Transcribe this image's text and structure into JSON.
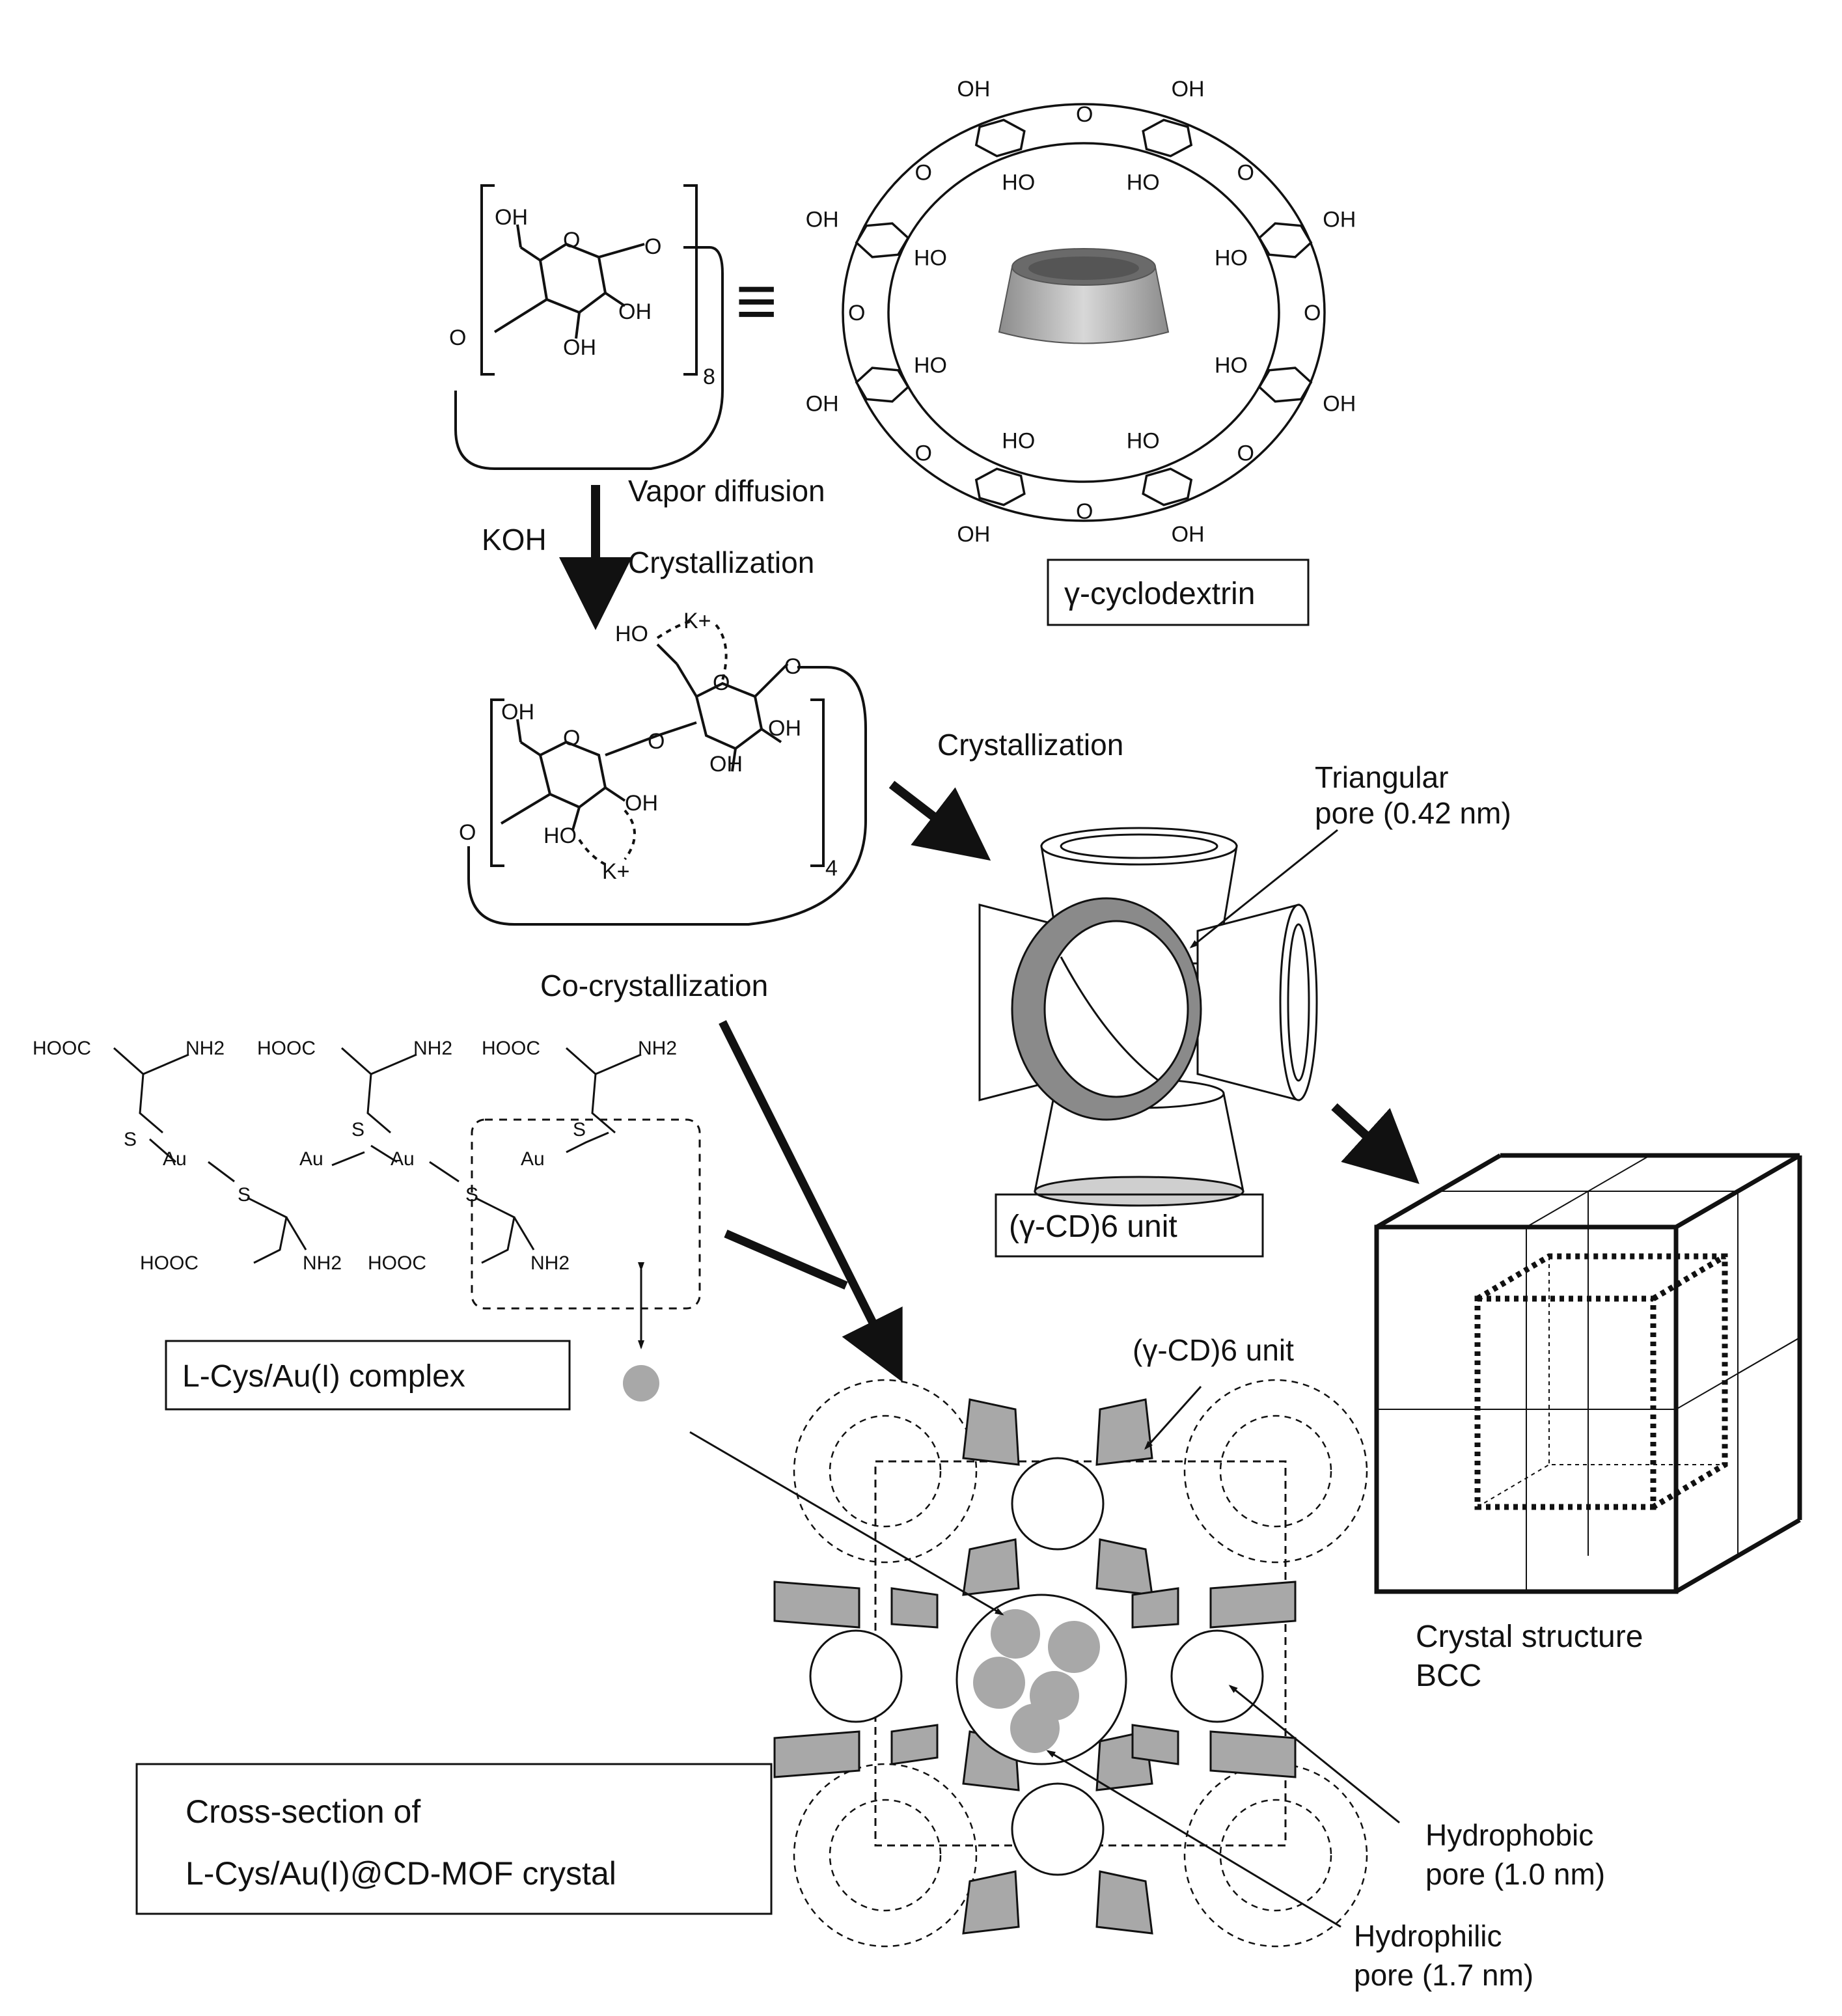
{
  "labels": {
    "vapor_diffusion": "Vapor diffusion",
    "koh": "KOH",
    "crystallization_1": "Crystallization",
    "crystallization_2": "Crystallization",
    "co_crystallization": "Co-crystallization",
    "triangular_pore_1": "Triangular",
    "triangular_pore_2": "pore (0.42 nm)",
    "gamma_cd_unit_box": "(γ-CD)6 unit",
    "gamma_cd_unit_arrow": "(γ-CD)6 unit",
    "gamma_cyclodextrin": "γ-cyclodextrin",
    "cys_au_complex": "L-Cys/Au(I) complex",
    "crystal_structure_1": "Crystal structure",
    "crystal_structure_2": "BCC",
    "cross_section_1": "Cross-section of",
    "cross_section_2": "L-Cys/Au(I)@CD-MOF crystal",
    "hydrophobic_1": "Hydrophobic",
    "hydrophobic_2": "pore (1.0 nm)",
    "hydrophilic_1": "Hydrophilic",
    "hydrophilic_2": "pore (1.7 nm)",
    "equiv": "≡",
    "sub_8": "8",
    "sub_4": "4"
  },
  "chem": {
    "oh": "OH",
    "ho": "HO",
    "o": "O",
    "k_plus": "K+",
    "hooc": "HOOC",
    "nh2": "NH2",
    "s": "S",
    "au": "Au"
  },
  "colors": {
    "ink": "#111111",
    "gray_fill": "#a8a8a8",
    "light_gray": "#cfcfcf"
  }
}
